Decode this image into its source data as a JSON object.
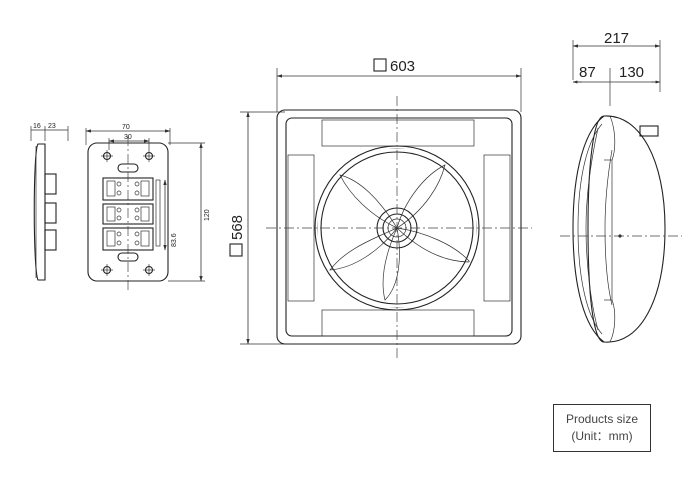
{
  "dimensions": {
    "overall_width": "603",
    "overall_height": "568",
    "depth_total": "217",
    "depth_front": "87",
    "depth_back": "130",
    "switch_width": "70",
    "switch_hole_spacing": "30",
    "switch_height": "120",
    "switch_inner_height": "83.6",
    "switch_side_a": "16",
    "switch_side_b": "23"
  },
  "legend": {
    "line1": "Products size",
    "line2": "(Unit：mm)"
  }
}
